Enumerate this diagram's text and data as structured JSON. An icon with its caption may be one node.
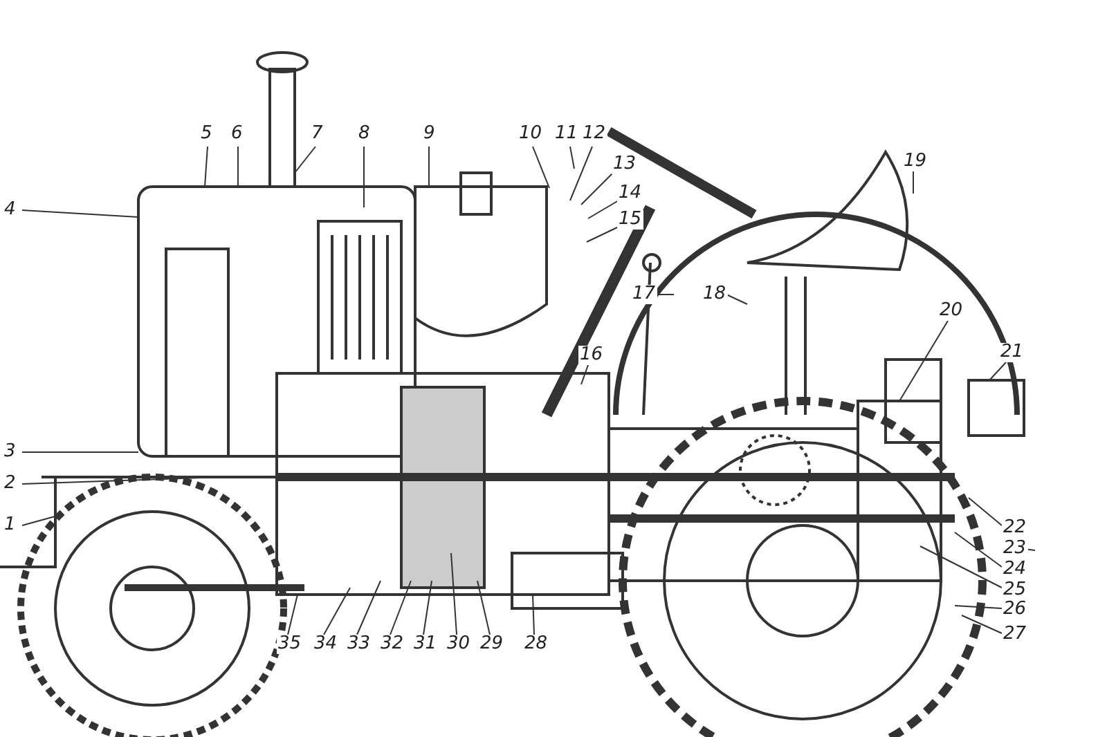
{
  "diagram": {
    "nodes": [
      {
        "text": [
          "1"
        ]
      },
      {
        "text": [
          "2"
        ]
      },
      {
        "text": [
          "3"
        ]
      },
      {
        "text": [
          "4"
        ]
      },
      {
        "text": [
          "5"
        ]
      },
      {
        "text": [
          "6"
        ]
      },
      {
        "text": [
          "7"
        ]
      },
      {
        "text": [
          "8"
        ]
      },
      {
        "text": [
          "9"
        ]
      },
      {
        "text": [
          "10"
        ]
      },
      {
        "text": [
          "11"
        ]
      },
      {
        "text": [
          "12"
        ]
      },
      {
        "text": [
          "13"
        ]
      },
      {
        "text": [
          "14"
        ]
      },
      {
        "text": [
          "15"
        ]
      },
      {
        "text": [
          "16"
        ]
      },
      {
        "text": [
          "17"
        ]
      },
      {
        "text": [
          "18"
        ]
      },
      {
        "text": [
          "19"
        ]
      },
      {
        "text": [
          "20"
        ]
      },
      {
        "text": [
          "21"
        ]
      },
      {
        "text": [
          "22"
        ]
      },
      {
        "text": [
          "23"
        ]
      },
      {
        "text": [
          "24"
        ]
      },
      {
        "text": [
          "25"
        ]
      },
      {
        "text": [
          "26"
        ]
      },
      {
        "text": [
          "27"
        ]
      },
      {
        "text": [
          "28"
        ]
      },
      {
        "text": [
          "29"
        ]
      },
      {
        "text": [
          "30"
        ]
      },
      {
        "text": [
          "31"
        ]
      },
      {
        "text": [
          "32"
        ]
      },
      {
        "text": [
          "33"
        ]
      },
      {
        "text": [
          "34"
        ]
      },
      {
        "text": [
          "35"
        ]
      }
    ],
    "edges": [
      {
        "from": 0,
        "to": null,
        "arrow": "none"
      },
      {
        "from": 1,
        "to": null,
        "arrow": "none"
      },
      {
        "from": 2,
        "to": null,
        "arrow": "none"
      },
      {
        "from": 3,
        "to": null,
        "arrow": "none"
      },
      {
        "from": 4,
        "to": null,
        "arrow": "none"
      },
      {
        "from": 5,
        "to": null,
        "arrow": "none"
      },
      {
        "from": 6,
        "to": null,
        "arrow": "none"
      },
      {
        "from": 7,
        "to": null,
        "arrow": "none"
      },
      {
        "from": 8,
        "to": null,
        "arrow": "none"
      },
      {
        "from": 9,
        "to": null,
        "arrow": "none"
      },
      {
        "from": 10,
        "to": null,
        "arrow": "none"
      },
      {
        "from": 11,
        "to": null,
        "arrow": "none"
      },
      {
        "from": 12,
        "to": null,
        "arrow": "none"
      },
      {
        "from": 13,
        "to": null,
        "arrow": "none"
      },
      {
        "from": 14,
        "to": null,
        "arrow": "none"
      },
      {
        "from": 15,
        "to": null,
        "arrow": "none"
      },
      {
        "from": 16,
        "to": null,
        "arrow": "none"
      },
      {
        "from": 17,
        "to": null,
        "arrow": "none"
      },
      {
        "from": 18,
        "to": null,
        "arrow": "none"
      },
      {
        "from": 19,
        "to": null,
        "arrow": "none"
      },
      {
        "from": 20,
        "to": null,
        "arrow": "none"
      },
      {
        "from": 21,
        "to": null,
        "arrow": "none"
      },
      {
        "from": 22,
        "to": null,
        "arrow": "none"
      },
      {
        "from": 23,
        "to": null,
        "arrow": "none"
      },
      {
        "from": 24,
        "to": null,
        "arrow": "none"
      },
      {
        "from": 25,
        "to": null,
        "arrow": "none"
      },
      {
        "from": 26,
        "to": null,
        "arrow": "none"
      },
      {
        "from": 27,
        "to": null,
        "arrow": "none"
      },
      {
        "from": 28,
        "to": null,
        "arrow": "none"
      },
      {
        "from": 29,
        "to": null,
        "arrow": "none"
      },
      {
        "from": 30,
        "to": null,
        "arrow": "none"
      },
      {
        "from": 31,
        "to": null,
        "arrow": "none"
      },
      {
        "from": 32,
        "to": null,
        "arrow": "none"
      },
      {
        "from": 33,
        "to": null,
        "arrow": "none"
      },
      {
        "from": 34,
        "to": null,
        "arrow": "none"
      }
    ]
  }
}
